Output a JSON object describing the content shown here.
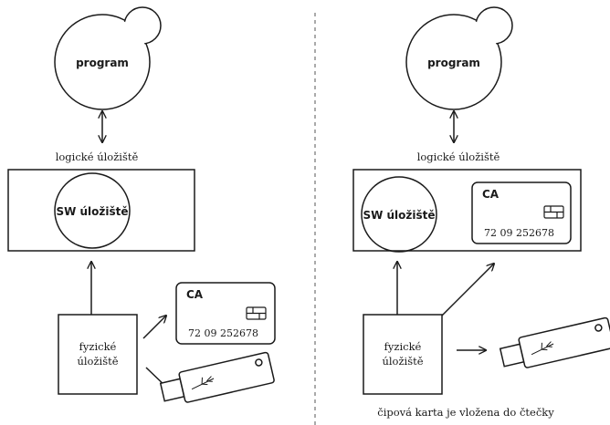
{
  "left": {
    "program_label": "program",
    "storage_label": "logické úložiště",
    "sw_label": "SW úložiště",
    "physical_label_line1": "fyzické",
    "physical_label_line2": "úložiště",
    "card": {
      "title": "CA",
      "number": "72 09 252678"
    }
  },
  "right": {
    "program_label": "program",
    "storage_label": "logické úložiště",
    "sw_label": "SW úložiště",
    "physical_label_line1": "fyzické",
    "physical_label_line2": "úložiště",
    "card": {
      "title": "CA",
      "number": "72 09 252678"
    },
    "caption": "čipová karta je vložena do čtečky"
  },
  "icons": {
    "chip": "smartcard-chip-icon",
    "usb_token": "usb-token-icon",
    "double_arrow": "double-arrow-icon",
    "arrow": "arrow-icon"
  },
  "colors": {
    "stroke": "#1a1a1a",
    "background": "#ffffff",
    "divider": "#555555"
  }
}
